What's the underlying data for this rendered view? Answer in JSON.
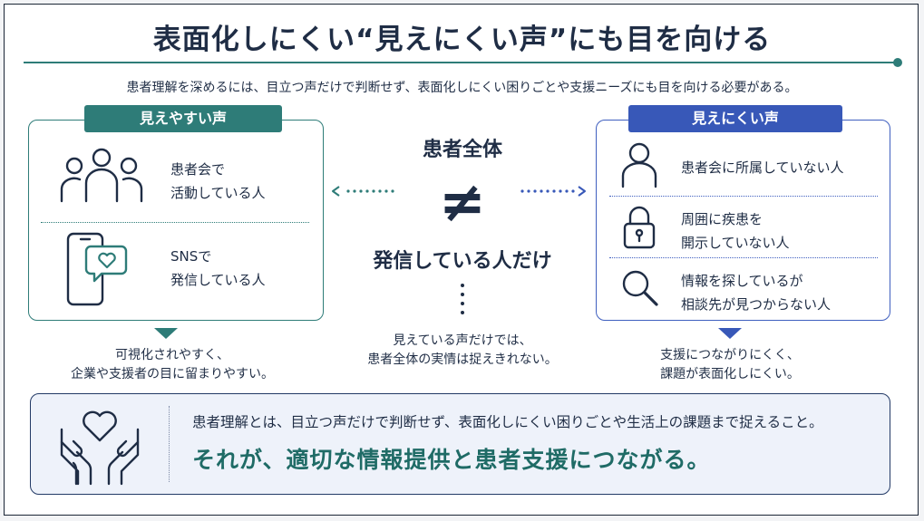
{
  "title": "表面化しにくい“見えにくい声”にも目を向ける",
  "subtitle": "患者理解を深めるには、目立つ声だけで判断せず、表面化しにくい困りごとや支援ニーズにも目を向ける必要がある。",
  "left_panel": {
    "tag": "見えやすい声",
    "items": [
      {
        "icon": "people-group-icon",
        "line1": "患者会で",
        "line2": "活動している人"
      },
      {
        "icon": "smartphone-heart-icon",
        "line1": "SNSで",
        "line2": "発信している人"
      }
    ],
    "caption_line1": "可視化されやすく、",
    "caption_line2": "企業や支援者の目に留まりやすい。"
  },
  "right_panel": {
    "tag": "見えにくい声",
    "items": [
      {
        "icon": "person-outline-icon",
        "line1": "患者会に所属していない人",
        "line2": ""
      },
      {
        "icon": "padlock-icon",
        "line1": "周囲に疾患を",
        "line2": "開示していない人"
      },
      {
        "icon": "magnifier-icon",
        "line1": "情報を探しているが",
        "line2": "相談先が見つからない人"
      }
    ],
    "caption_line1": "支援につながりにくく、",
    "caption_line2": "課題が表面化しにくい。"
  },
  "center": {
    "top": "患者全体",
    "symbol": "≠",
    "bottom": "発信している人だけ",
    "caption_line1": "見えている声だけでは、",
    "caption_line2": "患者全体の実情は捉えきれない。"
  },
  "bottom": {
    "icon": "hands-heart-icon",
    "line1": "患者理解とは、目立つ声だけで判断せず、表面化しにくい困りごとや生活上の課題まで捉えること。",
    "line2": "それが、適切な情報提供と患者支援につながる。"
  },
  "colors": {
    "green": "#2e7c78",
    "blue": "#3858b8",
    "navy": "#1f2d45"
  }
}
